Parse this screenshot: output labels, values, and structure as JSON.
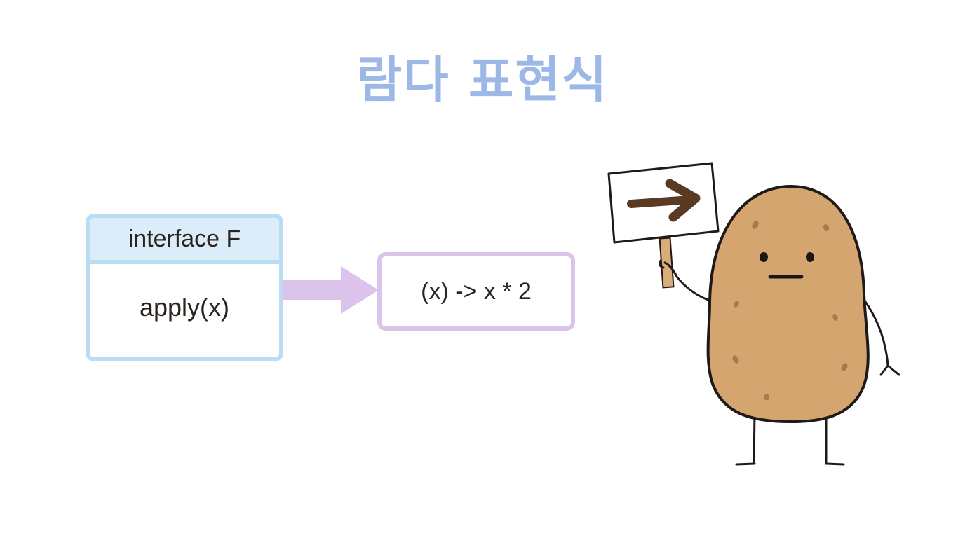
{
  "title": "람다 표현식",
  "diagram": {
    "interface_box": {
      "header": "interface F",
      "method": "apply(x)",
      "border_color": "#bcdcf3",
      "header_fill": "#dcedfa"
    },
    "arrow": {
      "direction": "right",
      "color": "#dcc3ec"
    },
    "lambda_box": {
      "expression": "(x) -> x * 2",
      "border_color": "#dcc3ec"
    }
  },
  "mascot": {
    "character": "potato",
    "expression": "neutral",
    "holding": "sign",
    "sign_icon": "right-arrow-icon",
    "body_color": "#d4a56f",
    "outline_color": "#1f1a17",
    "arrow_color": "#5b3a24"
  },
  "colors": {
    "title": "#9db7e6",
    "text": "#2a2420",
    "background": "#ffffff"
  }
}
